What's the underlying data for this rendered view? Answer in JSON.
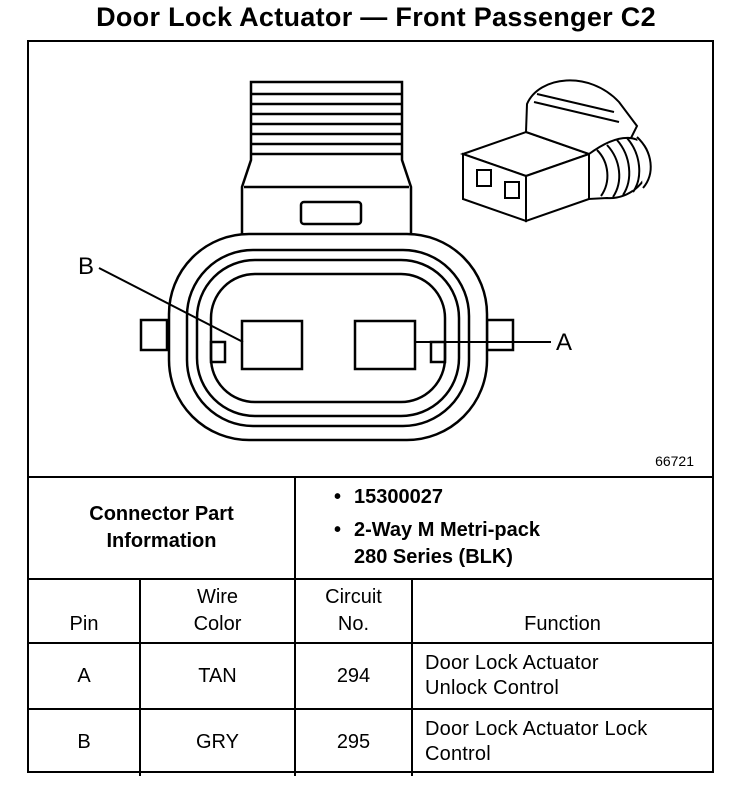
{
  "title": "Door Lock Actuator — Front Passenger C2",
  "diagram": {
    "label_b": "B",
    "label_a": "A",
    "figure_id": "66721"
  },
  "connector_info": {
    "label_line1": "Connector Part",
    "label_line2": "Information",
    "items": [
      "15300027",
      "2-Way M Metri-pack",
      "280 Series (BLK)"
    ]
  },
  "table": {
    "headers": {
      "pin": "Pin",
      "wire_color_line1": "Wire",
      "wire_color_line2": "Color",
      "circuit_line1": "Circuit",
      "circuit_line2": "No.",
      "function": "Function"
    },
    "rows": [
      {
        "pin": "A",
        "wire_color": "TAN",
        "circuit": "294",
        "function_line1": "Door Lock Actuator",
        "function_line2": "Unlock Control"
      },
      {
        "pin": "B",
        "wire_color": "GRY",
        "circuit": "295",
        "function_line1": "Door Lock Actuator Lock",
        "function_line2": "Control"
      }
    ]
  }
}
